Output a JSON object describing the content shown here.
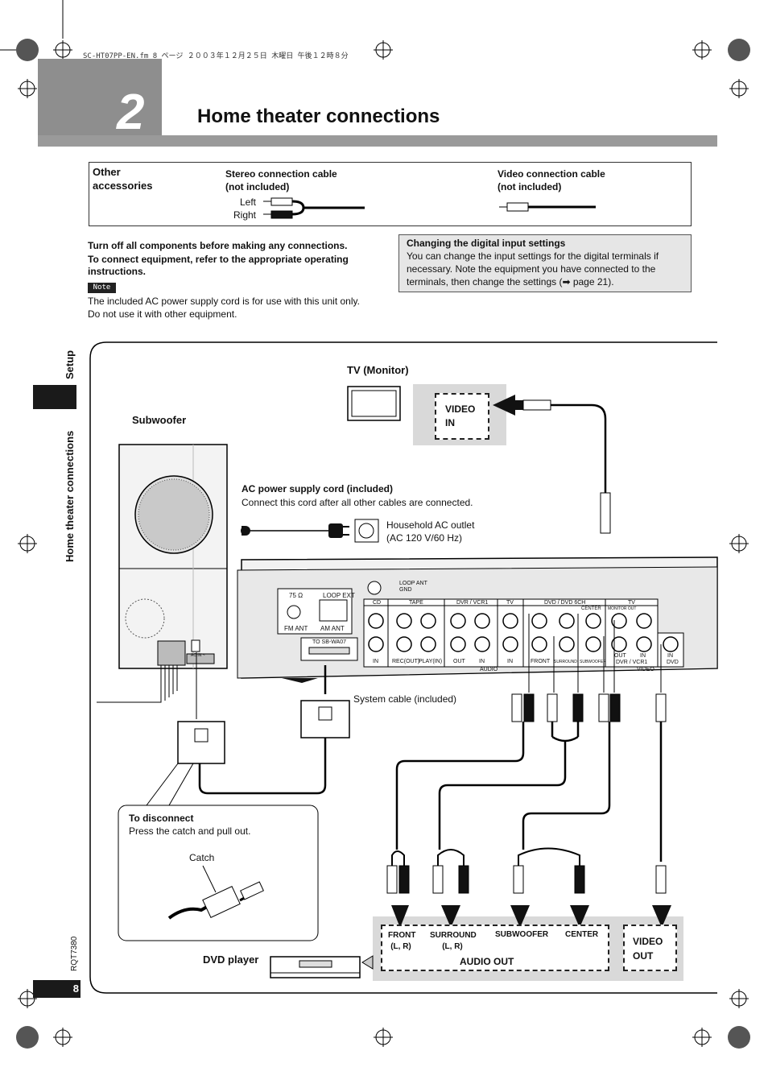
{
  "print_header": "SC-HT07PP-EN.fm  8 ページ  ２００３年１２月２５日  木曜日  午後１２時８分",
  "chapter": {
    "number": "2",
    "title": "Home theater connections"
  },
  "accessories": {
    "heading": [
      "Other",
      "accessories"
    ],
    "stereo_cable": [
      "Stereo connection cable",
      "(not included)"
    ],
    "left_label": "Left",
    "right_label": "Right",
    "video_cable": [
      "Video connection cable",
      "(not included)"
    ]
  },
  "instructions": {
    "line1": "Turn off all components before making any connections.",
    "line2": "To connect equipment, refer to the appropriate operating",
    "line3": "instructions.",
    "note_tag": "Note",
    "note1": "The included AC power supply cord is for use with this unit only.",
    "note2": "Do not use it with other equipment."
  },
  "digital_settings": {
    "heading": "Changing the digital input settings",
    "line1": "You can change the input settings for the digital terminals if",
    "line2": "necessary. Note the equipment you have connected to the",
    "line3": "terminals, then change the settings (➡ page  21)."
  },
  "sidebar": {
    "section": "Setup",
    "topic": "Home theater connections",
    "doc_code": "RQT7380",
    "page": "8"
  },
  "diagram": {
    "tv_label": "TV (Monitor)",
    "video_in": [
      "VIDEO",
      "IN"
    ],
    "subwoofer_label": "Subwoofer",
    "ac_cord_title": "AC power supply cord (included)",
    "ac_cord_note": "Connect this cord after all other cables are connected.",
    "outlet": [
      "Household AC outlet",
      "(AC 120 V/60 Hz)"
    ],
    "system_cable": "System cable (included)",
    "disconnect_title": "To disconnect",
    "disconnect_text": "Press the catch and pull out.",
    "catch_label": "Catch",
    "dvd_player": "DVD player",
    "audio_out": "AUDIO OUT",
    "out_labels": [
      {
        "top": "FRONT",
        "bottom": "(L, R)"
      },
      {
        "top": "SURROUND",
        "bottom": "(L, R)"
      },
      {
        "top": "SUBWOOFER",
        "bottom": ""
      },
      {
        "top": "CENTER",
        "bottom": ""
      }
    ],
    "video_out": [
      "VIDEO",
      "OUT"
    ],
    "panel": {
      "fm_ohm": "75 Ω",
      "loop_ext": "LOOP  EXT",
      "fm_ant": "FM ANT",
      "am_ant": "AM ANT",
      "to_sb": "TO SB-WA07",
      "loop_gnd": [
        "LOOP ANT",
        "GND"
      ],
      "groups": [
        "CD",
        "TAPE",
        "DVR / VCR1",
        "TV",
        "DVD / DVD 6CH",
        "TV"
      ],
      "sub_labels": [
        "IN",
        "REC(OUT)",
        "PLAY(IN)",
        "OUT",
        "IN",
        "IN",
        "FRONT",
        "SURROUND",
        "SUBWOOFER",
        "OUT",
        "IN",
        "IN"
      ],
      "center": "CENTER",
      "monitor_out": "MONITOR OUT",
      "in_label": "IN",
      "dvr_vcr1": "DVR / VCR1",
      "dvd": "DVD",
      "audio": "AUDIO",
      "video": "VIDEO",
      "ac_in": "AC IN ~"
    }
  }
}
